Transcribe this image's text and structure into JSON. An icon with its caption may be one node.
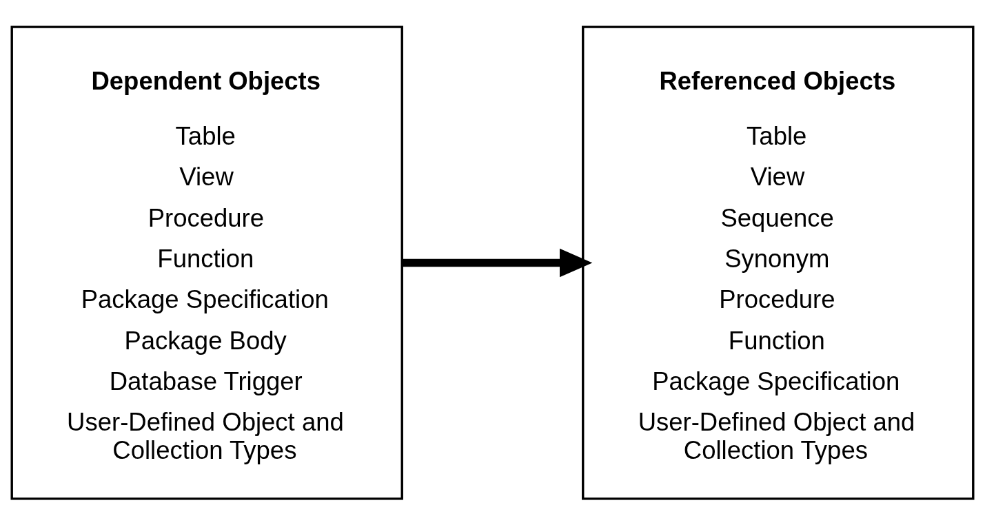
{
  "diagram": {
    "nodes": [
      {
        "text": [
          "Dependent Objects",
          "Table",
          "View",
          "Procedure",
          "Function",
          "Package Specification",
          "Package Body",
          "Database Trigger",
          "User-Defined Object and Collection Types"
        ]
      },
      {
        "text": [
          "Referenced Objects",
          "Table",
          "View",
          "Sequence",
          "Synonym",
          "Procedure",
          "Function",
          "Package Specification",
          "User-Defined Object and Collection Types"
        ]
      }
    ],
    "edges": [
      {
        "from": 0,
        "to": 1,
        "arrow": "to"
      }
    ]
  }
}
